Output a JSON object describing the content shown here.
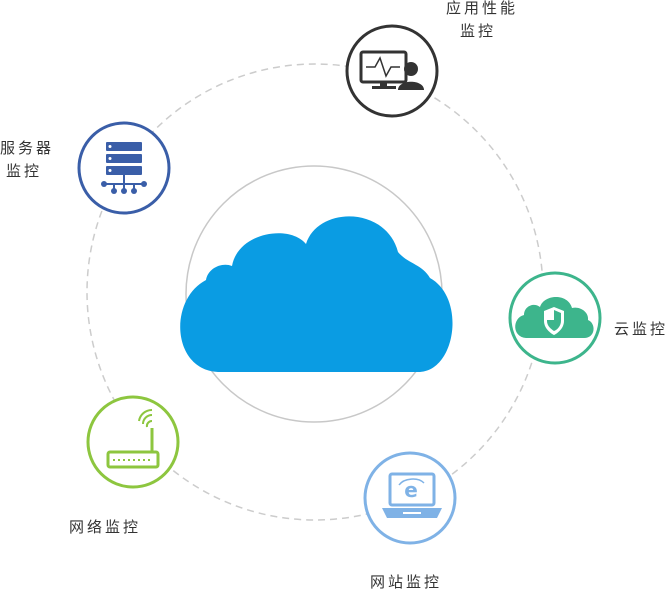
{
  "nodes": {
    "app": {
      "label_lines": [
        "应用性能",
        "监控"
      ],
      "icon": "monitor-with-user-icon",
      "color": "#333333"
    },
    "server": {
      "label_lines": [
        "服务器",
        "监控"
      ],
      "icon": "server-network-icon",
      "color": "#3a5ea8"
    },
    "cloud": {
      "label_lines": [
        "云监控"
      ],
      "icon": "cloud-shield-icon",
      "color": "#3db58c"
    },
    "network": {
      "label_lines": [
        "网络监控"
      ],
      "icon": "wifi-router-icon",
      "color": "#8dc63f"
    },
    "website": {
      "label_lines": [
        "网站监控"
      ],
      "icon": "laptop-browser-icon",
      "color": "#7fb2e6"
    }
  },
  "center": {
    "icon": "cloud-icon",
    "color": "#0a9ce3"
  },
  "orbit_color": "#cccccc"
}
